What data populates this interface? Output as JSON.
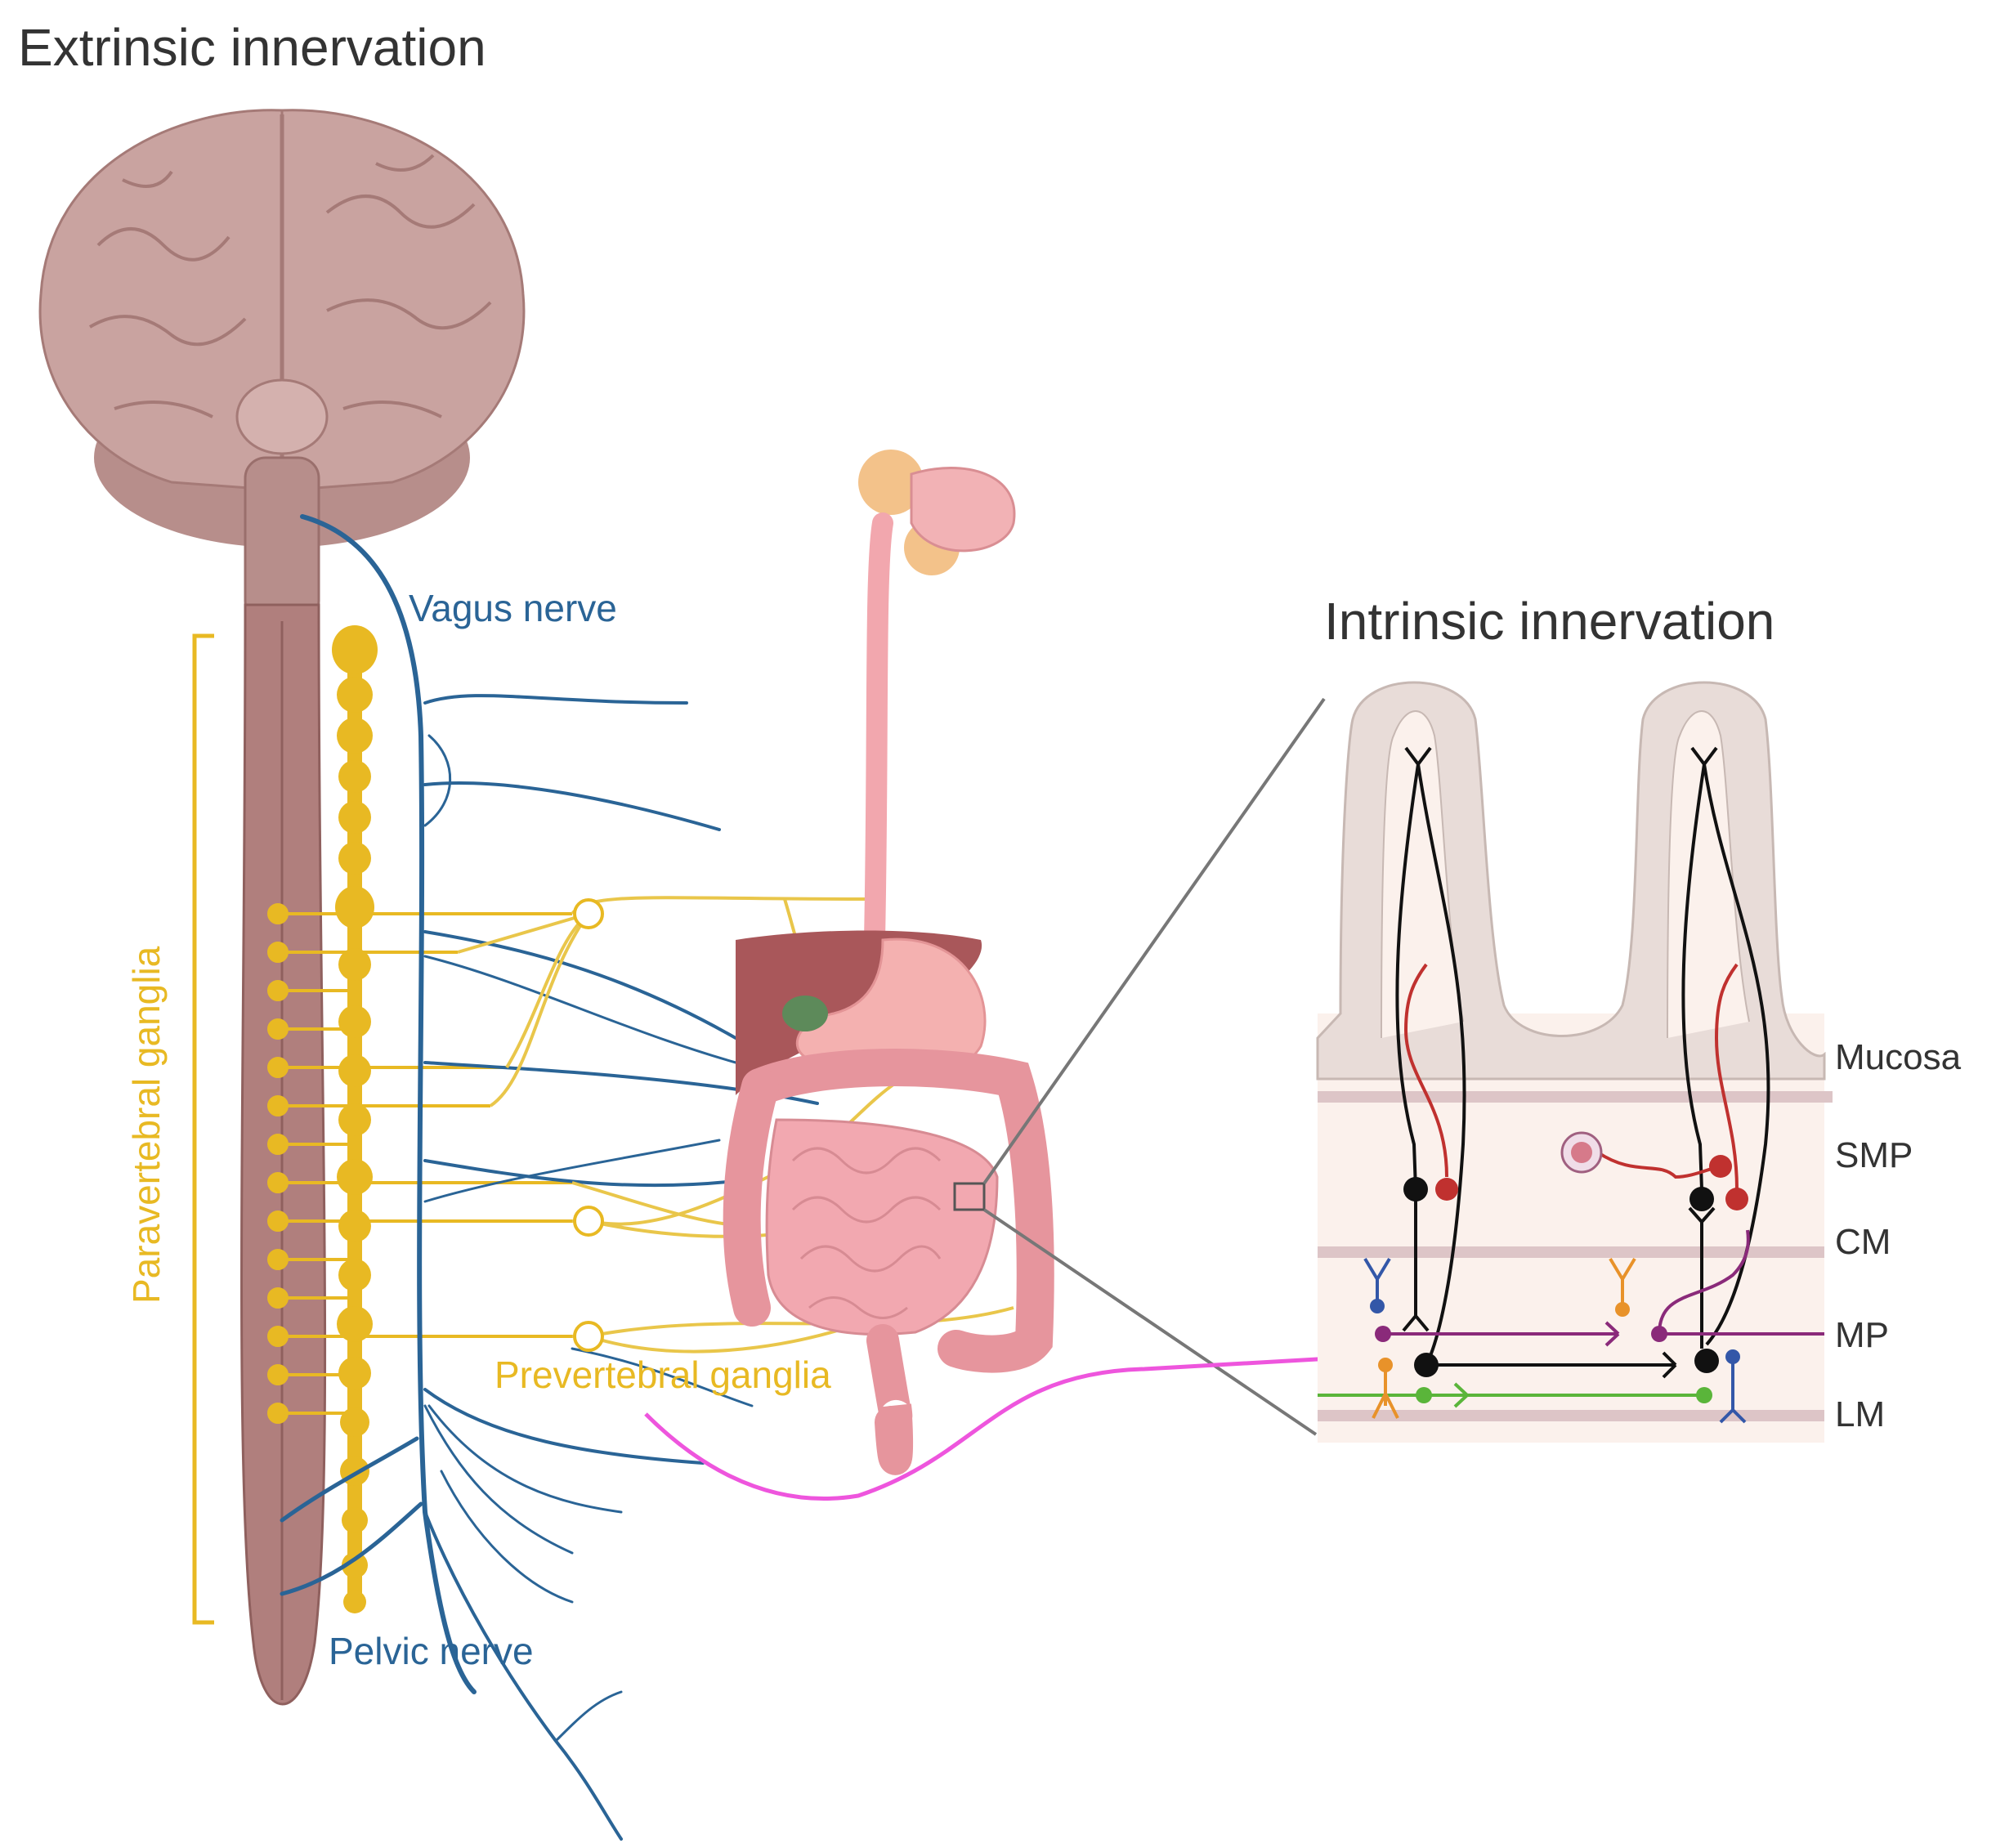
{
  "titles": {
    "extrinsic": "Extrinsic innervation",
    "intrinsic": "Intrinsic innervation"
  },
  "labels": {
    "vagus": "Vagus nerve",
    "pelvic": "Pelvic nerve",
    "paravertebral": "Paravertebral ganglia",
    "prevertebral": "Prevertebral ganglia"
  },
  "layers": {
    "mucosa": "Mucosa",
    "smp": "SMP",
    "cm": "CM",
    "mp": "MP",
    "lm": "LM"
  },
  "colors": {
    "vagus_blue": "#2a6496",
    "ganglia_yellow": "#e8b923",
    "sympathetic_yellow": "#e9c64a",
    "afferent_magenta": "#ee55dd",
    "brain": "#c9a3a0",
    "spinal": "#b07f7d",
    "mucosa": "#e8dcd8",
    "layer_band": "#ddc5c7",
    "neuron_red": "#c0312f",
    "neuron_purple": "#8a2a7a",
    "neuron_green": "#5ab53a",
    "neuron_orange": "#e8922a",
    "neuron_blue": "#3357a8"
  }
}
